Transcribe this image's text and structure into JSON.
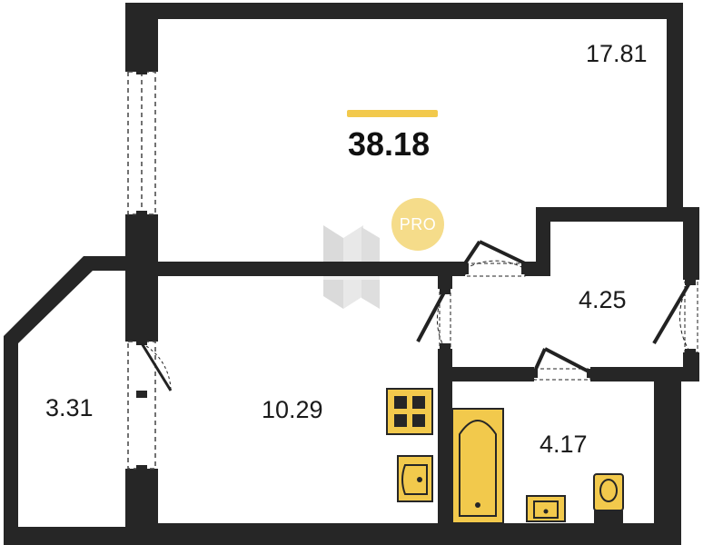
{
  "total": {
    "area": "38.18"
  },
  "badge": {
    "label": "PRO"
  },
  "rooms": {
    "main": "17.81",
    "hall": "4.25",
    "balcony": "3.31",
    "kitchen": "10.29",
    "bathroom": "4.17"
  },
  "colors": {
    "wall": "#262626",
    "accent": "#f2c94c",
    "fixture": "#f2c94c",
    "badge": "#f5dc8a",
    "watermark": "#c8c8c8"
  },
  "icons": [
    "stove-icon",
    "sink-icon",
    "bathtub-icon",
    "washbasin-icon",
    "toilet-icon",
    "watermark-logo-icon"
  ]
}
